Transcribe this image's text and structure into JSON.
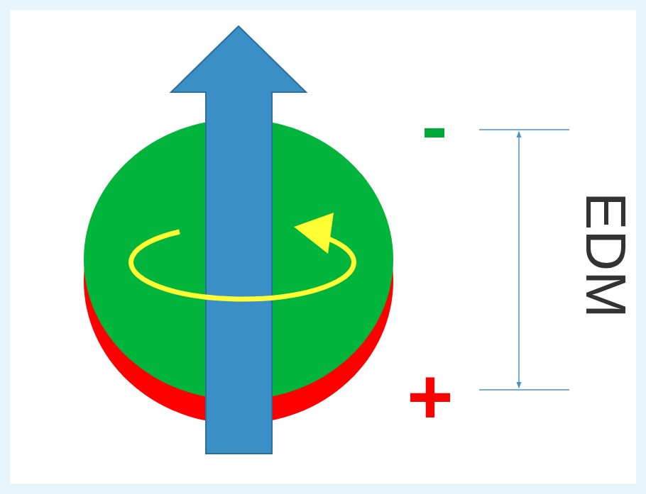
{
  "diagram": {
    "labels": [
      "-",
      "+",
      "EDM"
    ]
  }
}
